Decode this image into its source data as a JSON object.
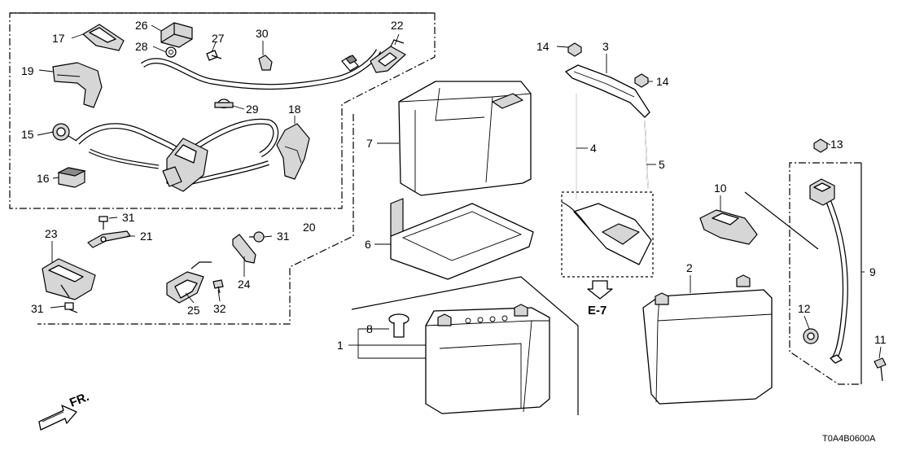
{
  "callouts": {
    "c1": "1",
    "c2": "2",
    "c3": "3",
    "c4": "4",
    "c5": "5",
    "c6": "6",
    "c7": "7",
    "c8": "8",
    "c9": "9",
    "c10": "10",
    "c11": "11",
    "c12": "12",
    "c13": "13",
    "c14a": "14",
    "c14b": "14",
    "c15": "15",
    "c16": "16",
    "c17": "17",
    "c18": "18",
    "c19": "19",
    "c20": "20",
    "c21": "21",
    "c22": "22",
    "c23": "23",
    "c24": "24",
    "c25": "25",
    "c26": "26",
    "c27": "27",
    "c28": "28",
    "c29": "29",
    "c30": "30",
    "c31a": "31",
    "c31b": "31",
    "c31c": "31",
    "c32": "32"
  },
  "reference": "E-7",
  "front_marker": "FR.",
  "diagram_code": "T0A4B0600A"
}
